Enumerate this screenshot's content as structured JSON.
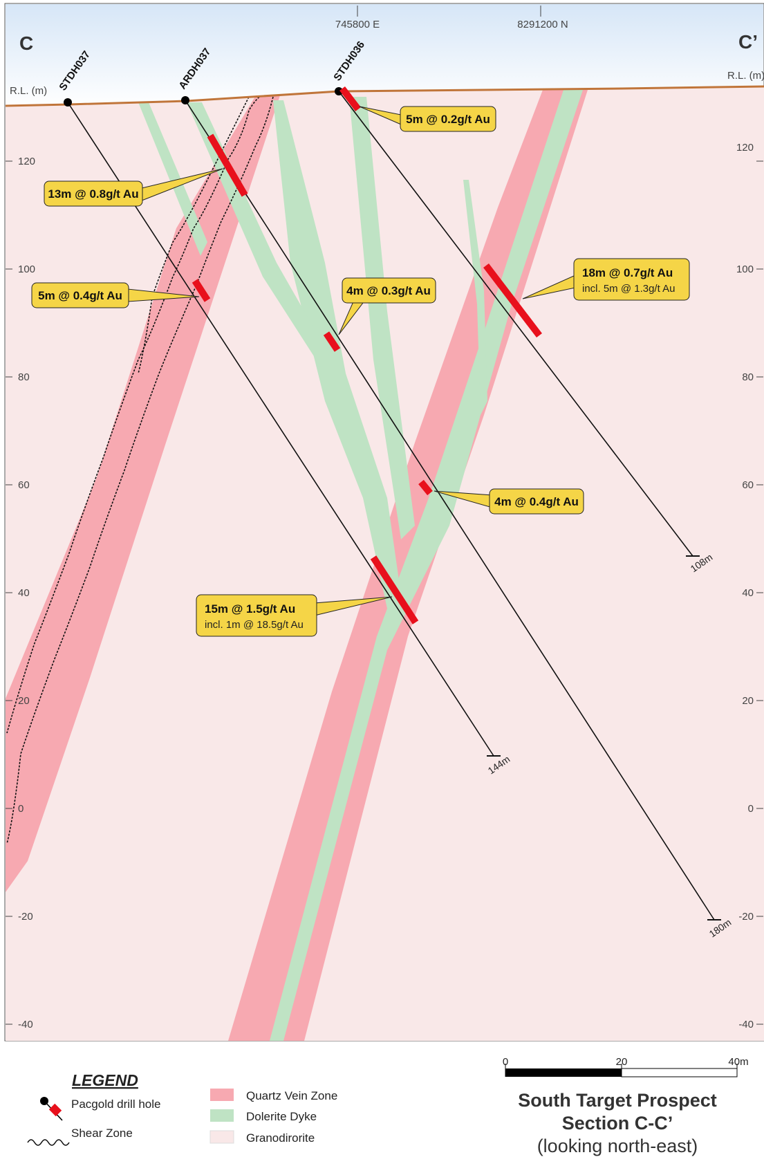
{
  "section": {
    "left_letter": "C",
    "right_letter": "C’",
    "easting": "745800 E",
    "northing": "8291200 N",
    "rl_left": "R.L. (m)",
    "rl_right": "R.L. (m)",
    "rl_ticks_left": [
      "120",
      "100",
      "80",
      "60",
      "40",
      "20",
      "0",
      "-20",
      "-40"
    ],
    "rl_ticks_right": [
      "120",
      "100",
      "80",
      "60",
      "40",
      "20",
      "0",
      "-20",
      "-40"
    ]
  },
  "drill_holes": [
    {
      "id": "STDH037",
      "end_depth": "144m"
    },
    {
      "id": "ARDH037",
      "end_depth": "180m"
    },
    {
      "id": "STDH036",
      "end_depth": "108m"
    }
  ],
  "intercepts": [
    {
      "text": "5m @ 0.2g/t Au",
      "sub": ""
    },
    {
      "text": "13m @ 0.8g/t Au",
      "sub": ""
    },
    {
      "text": "5m @ 0.4g/t Au",
      "sub": ""
    },
    {
      "text": "4m @ 0.3g/t Au",
      "sub": ""
    },
    {
      "text": "18m @ 0.7g/t Au",
      "sub": "incl. 5m @ 1.3g/t Au"
    },
    {
      "text": "4m @ 0.4g/t Au",
      "sub": ""
    },
    {
      "text": "15m @ 1.5g/t Au",
      "sub": "incl. 1m @ 18.5g/t Au"
    }
  ],
  "legend": {
    "title": "LEGEND",
    "drill_hole": "Pacgold drill hole",
    "shear_zone": "Shear Zone",
    "quartz": "Quartz Vein Zone",
    "dolerite": "Dolerite Dyke",
    "granodiorite": "Granodirorite"
  },
  "scale": {
    "zero": "0",
    "mid": "20",
    "end": "40m"
  },
  "title": {
    "line1": "South Target Prospect",
    "line2": "Section C-C’",
    "line3": "(looking north-east)"
  },
  "colors": {
    "granodiorite": "#f9e8e8",
    "quartz": "#f7a9b1",
    "dolerite": "#bfe3c4",
    "sky_top": "#d6e6f7",
    "topo": "#c0753a",
    "intercept": "#e8101c",
    "callout": "#f5d547"
  }
}
